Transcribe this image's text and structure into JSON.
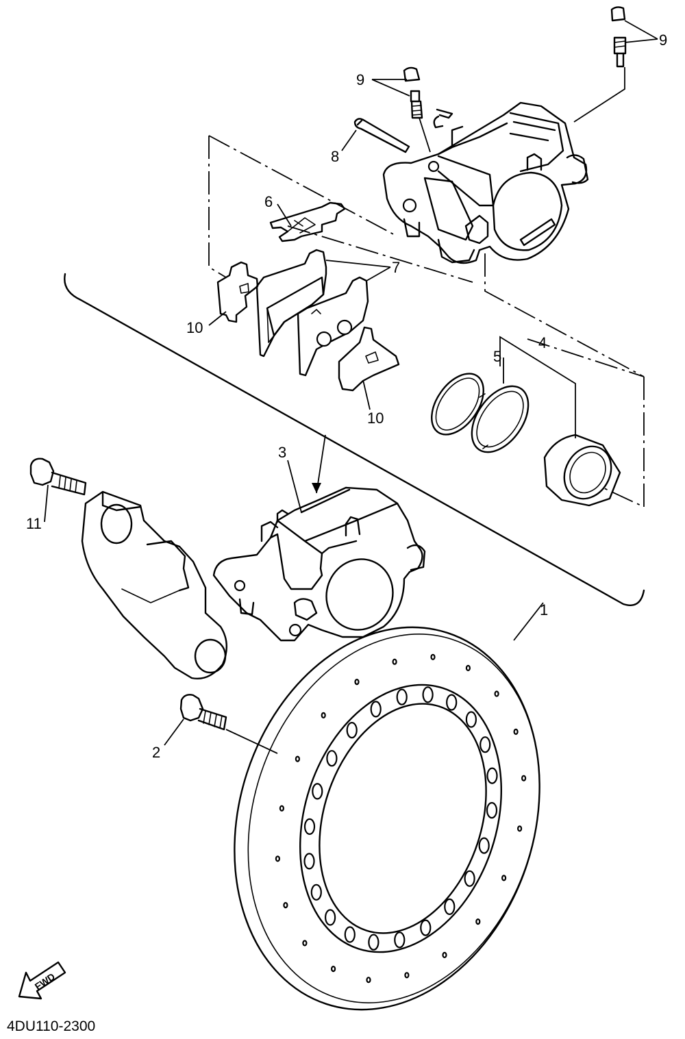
{
  "labels": {
    "p1": "1",
    "p2": "2",
    "p3": "3",
    "p4": "4",
    "p5": "5",
    "p6": "6",
    "p7": "7",
    "p8": "8",
    "p9a": "9",
    "p9b": "9",
    "p10a": "10",
    "p10b": "10",
    "p11": "11"
  },
  "direction_arrow": "FWD",
  "diagram_code": "4DU110-2300"
}
